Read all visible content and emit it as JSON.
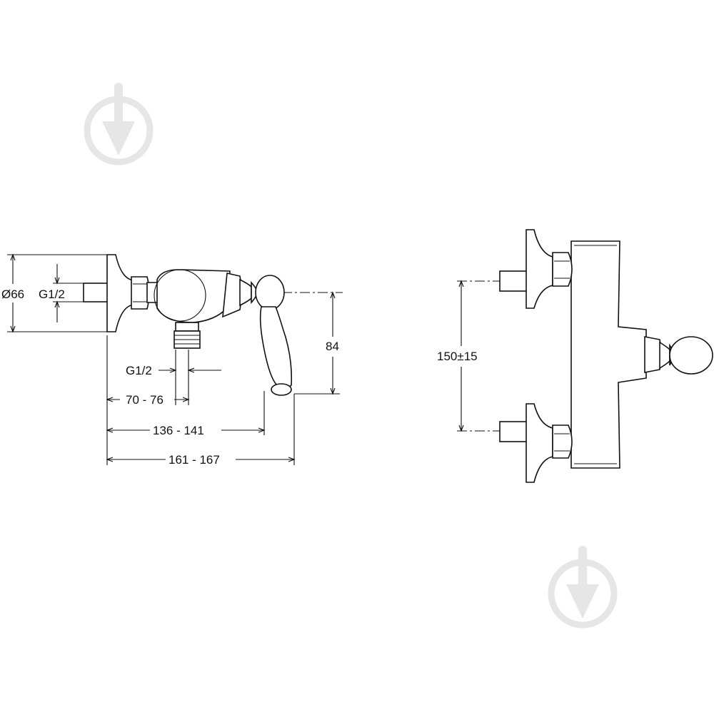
{
  "side_view": {
    "dim_wall_diameter": "Ø66",
    "dim_inlet_thread": "G1/2",
    "dim_outlet_thread": "G1/2",
    "dim_outlet_offset": "70 - 76",
    "dim_handle_depth": "136 - 141",
    "dim_total_depth": "161 - 167",
    "dim_height": "84"
  },
  "front_view": {
    "dim_inlet_spacing": "150±15"
  },
  "colors": {
    "line": "#111111",
    "watermark": "#e6e6e6"
  },
  "icons": [
    "watermark-drop-icon",
    "watermark-drop-icon"
  ]
}
